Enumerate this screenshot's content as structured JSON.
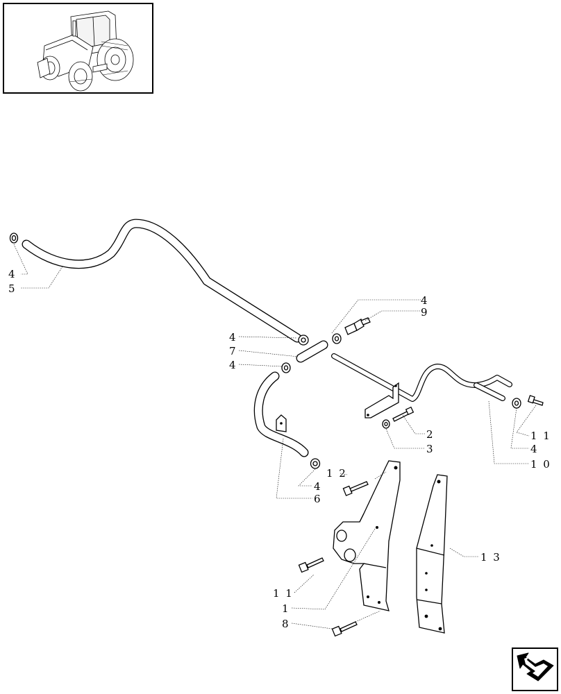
{
  "callouts": {
    "c_4a": "4",
    "c_5": "5",
    "c_4b": "4",
    "c_9": "9",
    "c_4c": "4",
    "c_7": "7",
    "c_4d": "4",
    "c_2": "2",
    "c_3": "3",
    "c_11a": "1 1",
    "c_4e": "4",
    "c_10": "1 0",
    "c_12": "1 2",
    "c_4f": "4",
    "c_6": "6",
    "c_13": "1 3",
    "c_11b": "1 1",
    "c_1": "1",
    "c_8": "8"
  },
  "icons": {
    "thumbnail": "tractor-thumbnail-icon",
    "navigation": "next-page-arrow-icon"
  },
  "colors": {
    "line": "#000000",
    "background": "#ffffff"
  }
}
